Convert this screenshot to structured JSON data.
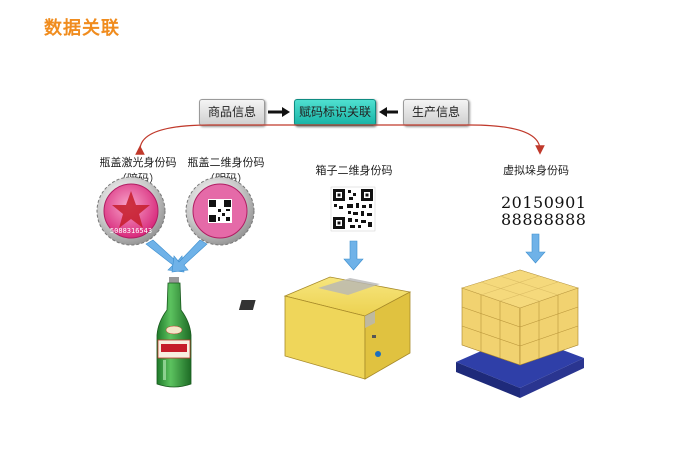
{
  "title": "数据关联",
  "center": {
    "left": "商品信息",
    "middle": "赋码标识关联",
    "right": "生产信息"
  },
  "labels": {
    "cap_laser_line1": "瓶盖激光身份码",
    "cap_laser_line2": "（暗码）",
    "cap_qr_line1": "瓶盖二维身份码",
    "cap_qr_line2": "（明码）",
    "box_qr": "箱子二维身份码",
    "virtual_code": "虚拟垛身份码"
  },
  "virtual_numbers": {
    "line1": "20150901",
    "line2": "88888888"
  },
  "cap_code_text": "5088316543",
  "colors": {
    "title": "#f08c1e",
    "teal": "#22bfb0",
    "arrow_blue": "#6fb2e8",
    "link_red": "#c0392b",
    "cap_pink": "#e53c8a",
    "box_yellow": "#f1d85a",
    "bottle_green": "#2f9b3a"
  }
}
